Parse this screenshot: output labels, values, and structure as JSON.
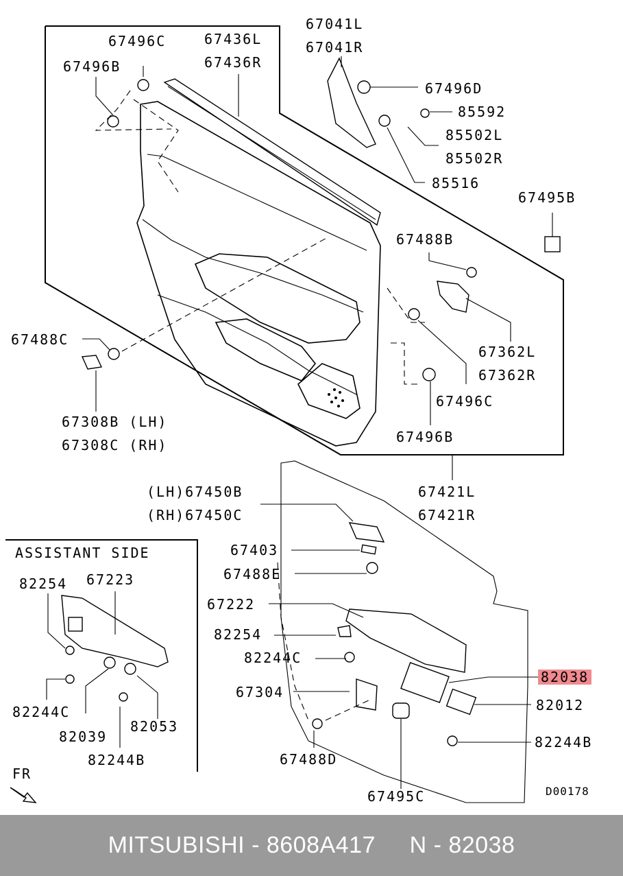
{
  "diagram": {
    "labels": {
      "l67041L": "67041L",
      "l67041R": "67041R",
      "l67496C_top": "67496C",
      "l67496B_top": "67496B",
      "l67436L": "67436L",
      "l67436R": "67436R",
      "l67496D": "67496D",
      "l85592": "85592",
      "l85502L": "85502L",
      "l85502R": "85502R",
      "l85516": "85516",
      "l67495B": "67495B",
      "l67488B": "67488B",
      "l67362L": "67362L",
      "l67362R": "67362R",
      "l67488C": "67488C",
      "l67496C_mid": "67496C",
      "l67496B_mid": "67496B",
      "l67308B": "67308B (LH)",
      "l67308C": "67308C (RH)",
      "l67421L": "67421L",
      "l67421R": "67421R",
      "l67450B": "(LH)67450B",
      "l67450C": "(RH)67450C",
      "l67403": "67403",
      "l67488E": "67488E",
      "l67222": "67222",
      "l82254_main": "82254",
      "l82244C_main": "82244C",
      "l67304": "67304",
      "l82038": "82038",
      "l82012": "82012",
      "l82244B_main": "82244B",
      "l67488D": "67488D",
      "l67495C": "67495C",
      "lD00178": "D00178",
      "assistant_title": "ASSISTANT SIDE",
      "a82254": "82254",
      "a67223": "67223",
      "a82244C": "82244C",
      "a82039": "82039",
      "a82053": "82053",
      "a82244B": "82244B",
      "fr": "FR"
    },
    "highlight_color": "#f08a8f"
  },
  "footer": {
    "text": "MITSUBISHI - 8608A417     N - 82038",
    "background": "#9a9a9a"
  }
}
